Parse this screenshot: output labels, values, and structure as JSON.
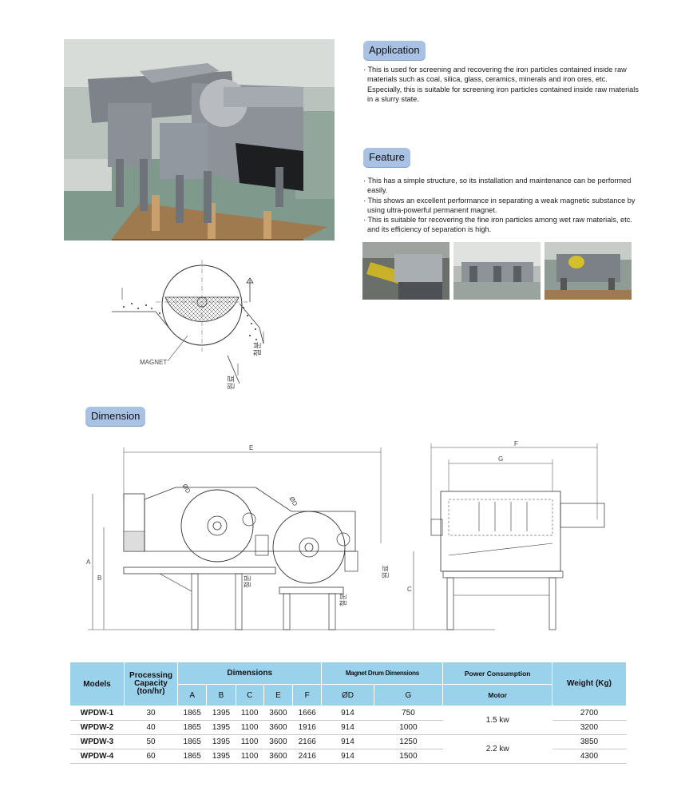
{
  "application": {
    "title": "Application",
    "text": "· This is used for screening and recovering the iron particles contained inside raw materials such as coal, silica, glass, ceramics, minerals and iron ores, etc. Especially, this is suitable for screening iron particles contained inside raw materials in a slurry state."
  },
  "feature": {
    "title": "Feature",
    "items": [
      "· This has a simple structure, so its installation and maintenance can be performed easily.",
      "· This shows an excellent performance in separating a weak magnetic substance by using ultra-powerful permanent magnet.",
      "· This is suitable for recovering the fine iron particles among wet raw materials, etc. and its efficiency of separation is high."
    ]
  },
  "principle_diagram": {
    "magnet_label": "MAGNET",
    "iron_label": "철분",
    "raw_label": "원료"
  },
  "dimension": {
    "title": "Dimension",
    "labels": {
      "E": "E",
      "F": "F",
      "G": "G",
      "A": "A",
      "B": "B",
      "C": "C",
      "D1": "ØD",
      "D2": "ØD",
      "iron1": "철분",
      "iron2": "철분",
      "raw": "원료"
    }
  },
  "table": {
    "headers": {
      "models": "Models",
      "capacity": "Processing Capacity (ton/hr)",
      "dimensions": "Dimensions",
      "drum": "Magnet Drum Dimensions",
      "power": "Power Consumption",
      "motor": "Motor",
      "weight": "Weight (Kg)",
      "cols": [
        "A",
        "B",
        "C",
        "E",
        "F",
        "ØD",
        "G"
      ]
    },
    "rows": [
      {
        "model": "WPDW-1",
        "capacity": "30",
        "A": "1865",
        "B": "1395",
        "C": "1100",
        "E": "3600",
        "F": "1666",
        "D": "914",
        "G": "750",
        "weight": "2700"
      },
      {
        "model": "WPDW-2",
        "capacity": "40",
        "A": "1865",
        "B": "1395",
        "C": "1100",
        "E": "3600",
        "F": "1916",
        "D": "914",
        "G": "1000",
        "weight": "3200"
      },
      {
        "model": "WPDW-3",
        "capacity": "50",
        "A": "1865",
        "B": "1395",
        "C": "1100",
        "E": "3600",
        "F": "2166",
        "D": "914",
        "G": "1250",
        "weight": "3850"
      },
      {
        "model": "WPDW-4",
        "capacity": "60",
        "A": "1865",
        "B": "1395",
        "C": "1100",
        "E": "3600",
        "F": "2416",
        "D": "914",
        "G": "1500",
        "weight": "4300"
      }
    ],
    "motor_groups": [
      "1.5 kw",
      "2.2 kw"
    ]
  }
}
